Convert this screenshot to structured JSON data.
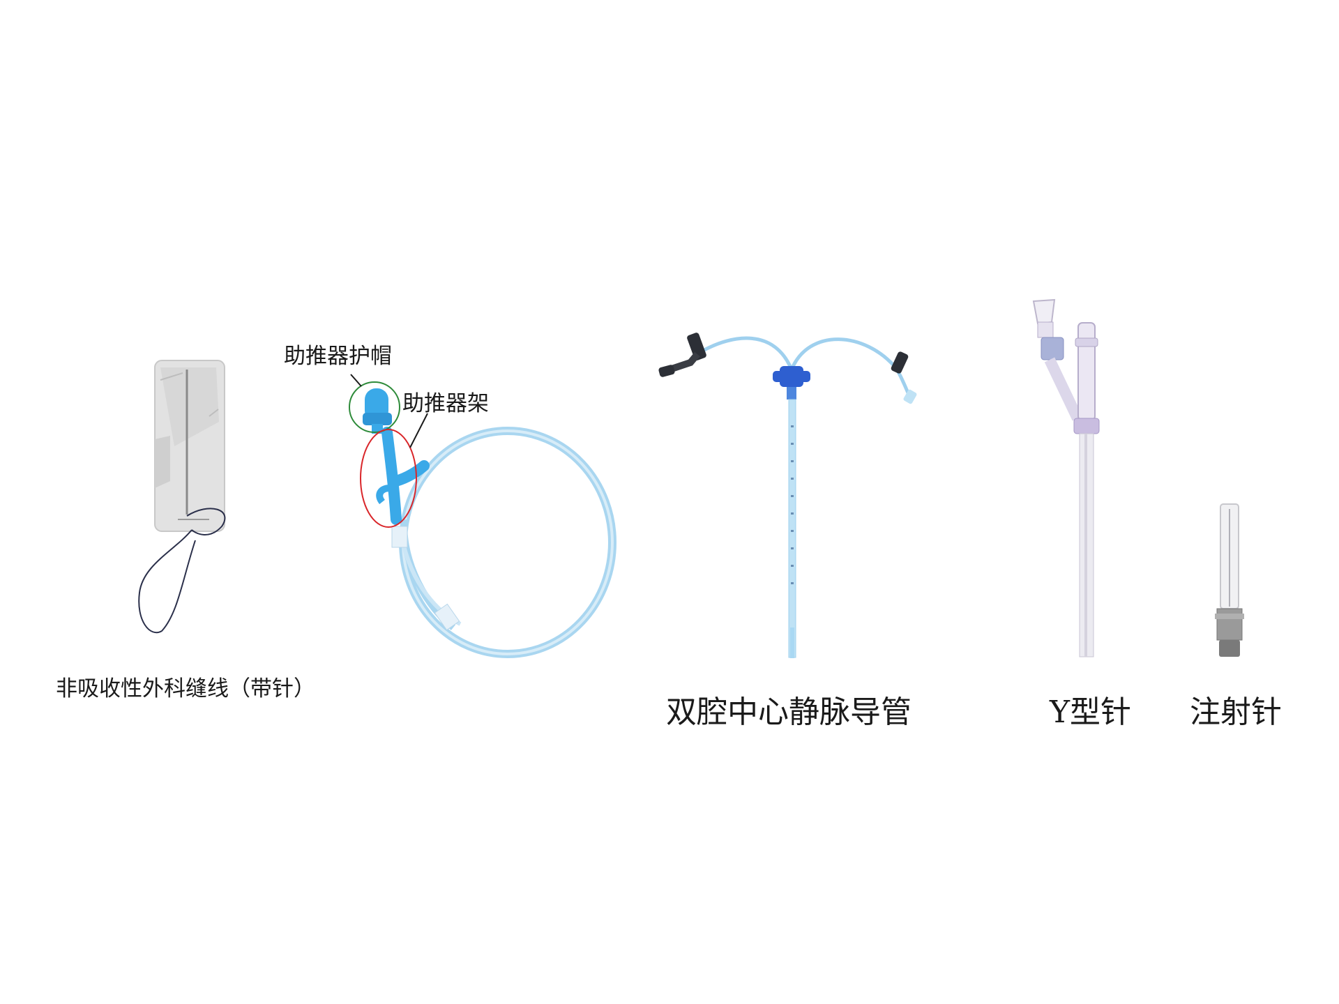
{
  "labels": {
    "suture": "非吸收性外科缝线（带针）",
    "pusher_cap": "助推器护帽",
    "pusher_frame": "助推器架",
    "catheter": "双腔中心静脉导管",
    "y_needle": "Y型针",
    "syringe_needle": "注射针"
  },
  "colors": {
    "tube_blue": "#9fd0ee",
    "tube_blue_dark": "#6fb4e2",
    "hub_blue": "#2f9fe0",
    "clamp_dark": "#2c2f36",
    "connector_blue": "#2e5fd0",
    "suture_card": "#dcdcdc",
    "suture_thread": "#2a2f4a",
    "circle_green": "#2e8b3a",
    "ellipse_red": "#d9262a",
    "needle_clear": "#e9e6f2",
    "needle_hub_purple": "#c9bde0",
    "syringe_hub_gray": "#8d8d8d"
  },
  "icons": [
    "suture-pack-illustration",
    "pusher-catheter-illustration",
    "dual-lumen-catheter-illustration",
    "y-needle-illustration",
    "syringe-needle-illustration"
  ]
}
